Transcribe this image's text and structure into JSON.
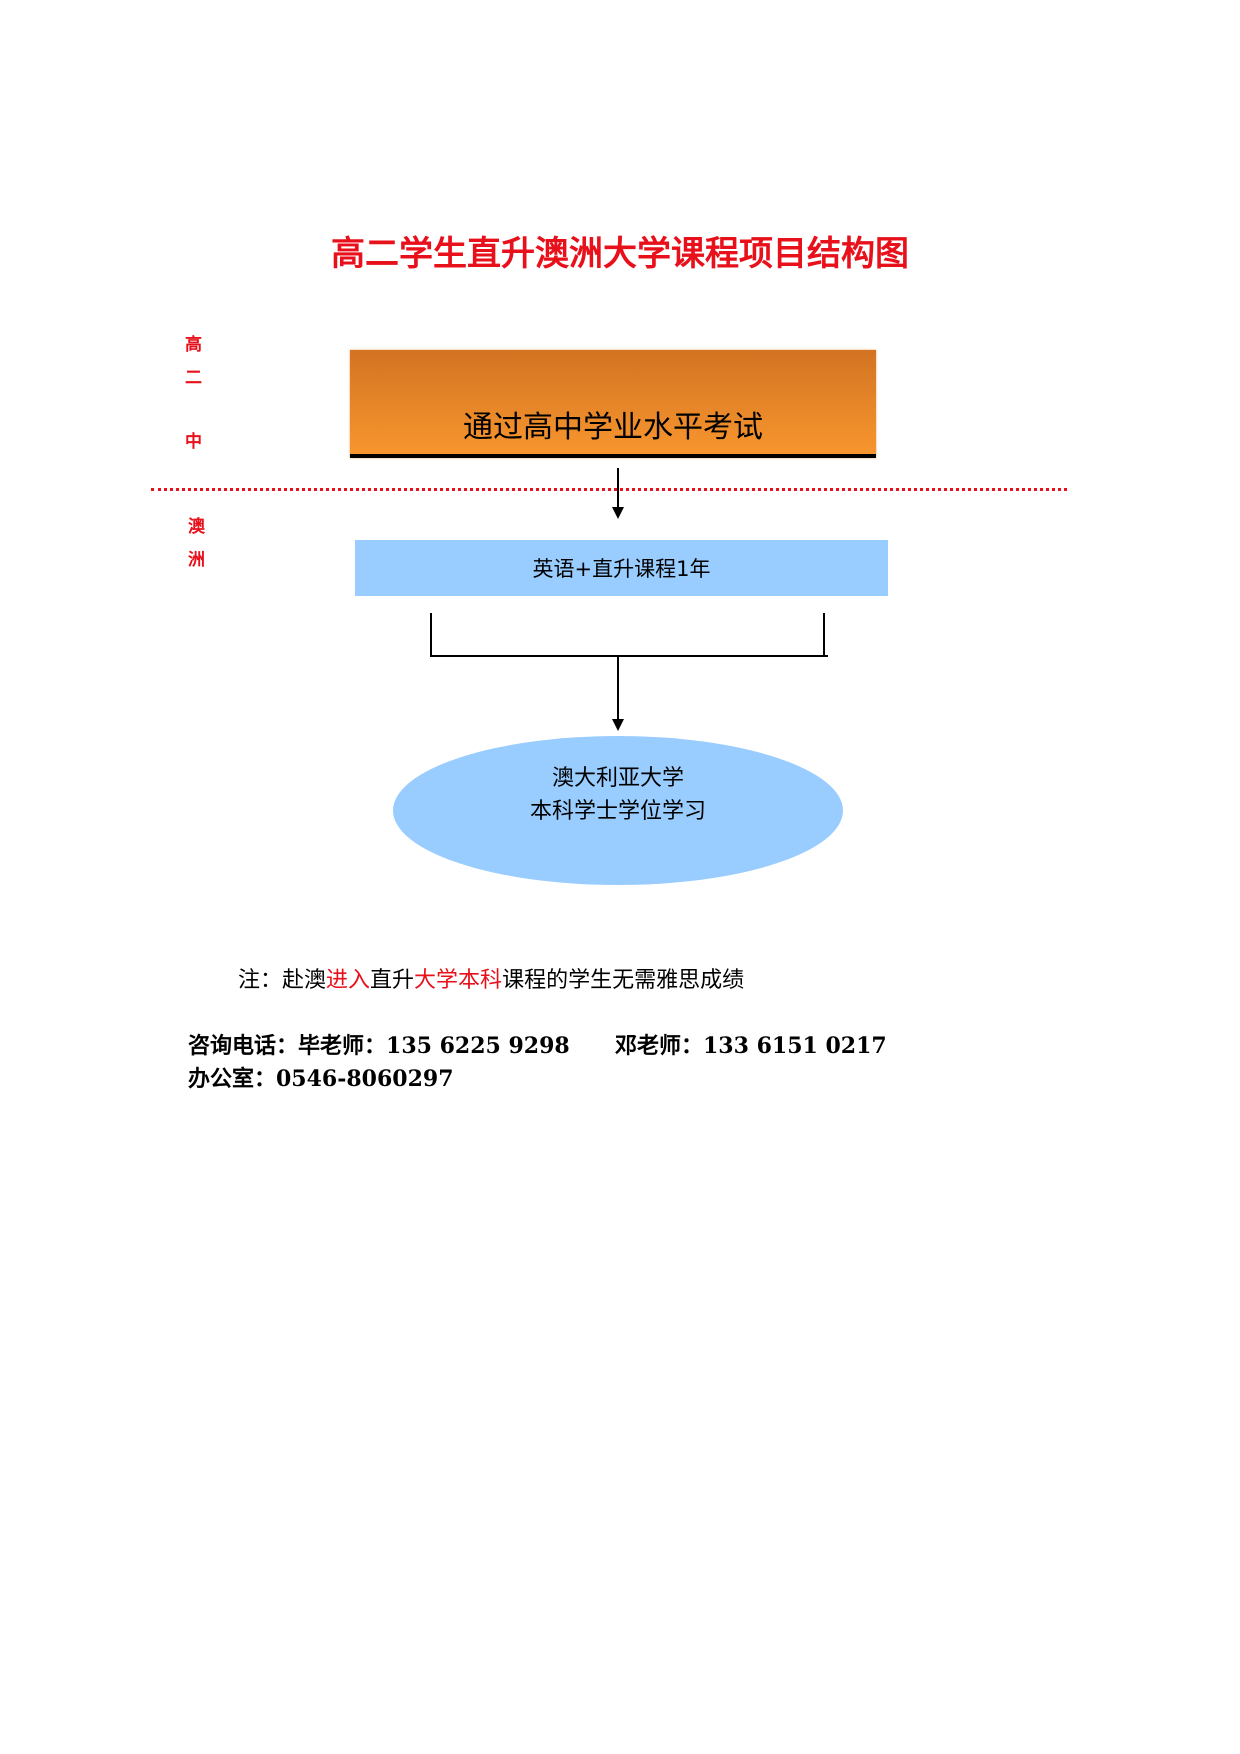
{
  "title": "高二学生直升澳洲大学课程项目结构图",
  "side_labels": {
    "high_school": [
      "高",
      "二",
      "中"
    ],
    "australia": [
      "澳",
      "洲"
    ]
  },
  "flow": {
    "step1": "通过高中学业水平考试",
    "step2": "英语+直升课程1年",
    "step3_line1": "澳大利亚大学",
    "step3_line2": "本科学士学位学习"
  },
  "note": {
    "parts": [
      "注：赴澳",
      "进入",
      "直升",
      "大学本科",
      "课程的学生无需雅思成绩"
    ]
  },
  "contacts": {
    "label": "咨询电话：",
    "teacher1": "毕老师：135 6225 9298",
    "teacher2": "邓老师：133 6151 0217",
    "office": "办公室：0546-8060297"
  },
  "colors": {
    "accent_red": "#e8101a",
    "orange": "#f7962e",
    "light_blue": "#99ccff"
  }
}
